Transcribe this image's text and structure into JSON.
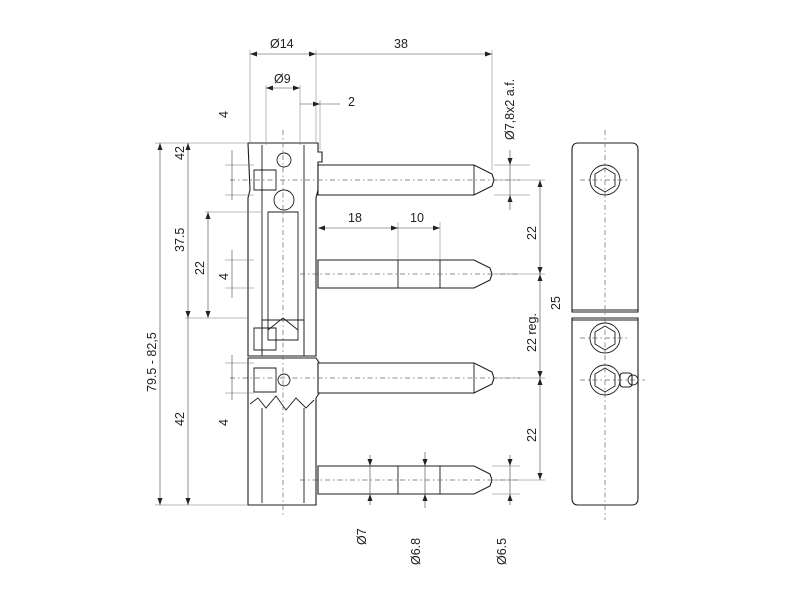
{
  "dimensions": {
    "d14": "Ø14",
    "len38": "38",
    "d9": "Ø9",
    "off2": "2",
    "d78": "Ø7,8x2 a.f.",
    "top4": "4",
    "h42": "42",
    "h375": "37.5",
    "h22": "22",
    "mid4": "4",
    "total": "79.5 - 82,5",
    "low42": "42",
    "low4": "4",
    "len18": "18",
    "len10": "10",
    "r22a": "22",
    "r25": "25",
    "r22reg": "22 reg.",
    "r22b": "22",
    "d7": "Ø7",
    "d68": "Ø6.8",
    "d65": "Ø6.5"
  },
  "colors": {
    "line": "#1c1c1c",
    "dimension": "#444444",
    "background": "#ffffff"
  }
}
